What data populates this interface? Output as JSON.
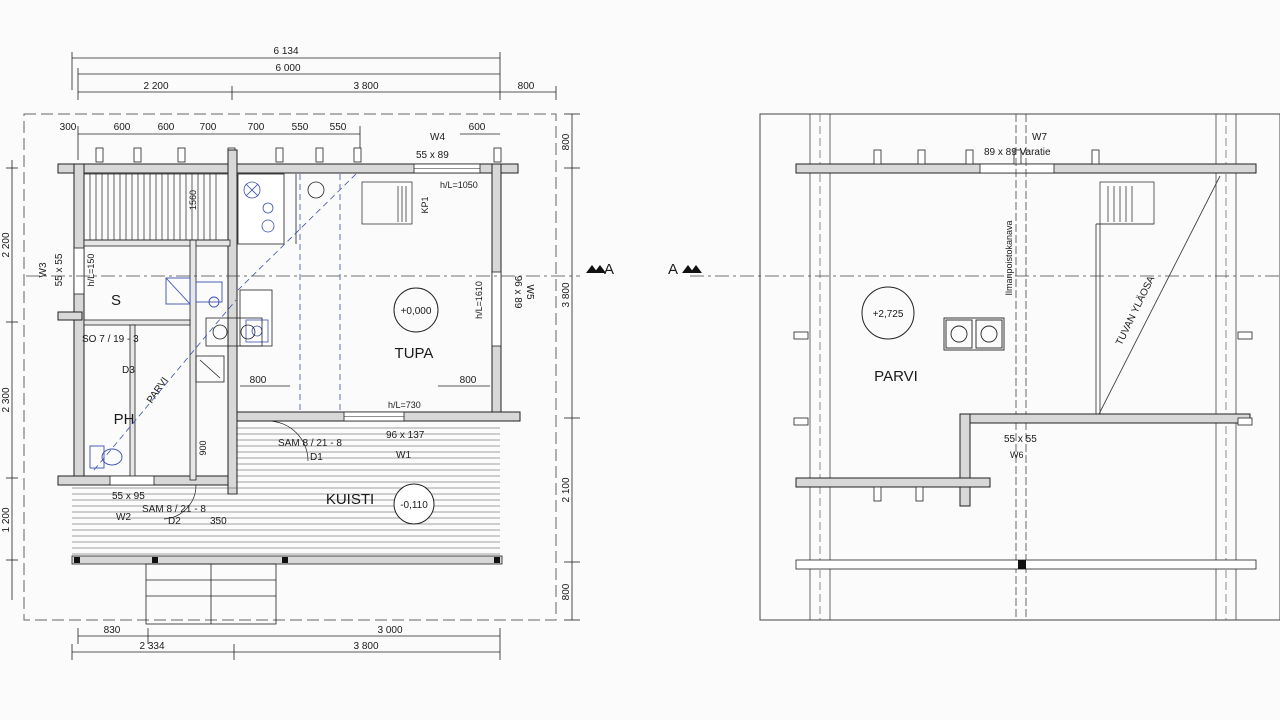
{
  "ground_floor": {
    "dims_top": {
      "overall_outer": "6 134",
      "overall": "6 000",
      "left_part": "2 200",
      "right_part": "3 800",
      "eave": "800",
      "rafters": [
        "300",
        "600",
        "600",
        "700",
        "700",
        "550",
        "550"
      ],
      "w4_offset": "600"
    },
    "dims_left": [
      "2 200",
      "2 300",
      "1 200"
    ],
    "dims_right": [
      "800",
      "3 800",
      "2 100",
      "800"
    ],
    "dims_bottom": {
      "step": "830",
      "porch": "3 000",
      "left": "2 334",
      "right": "3 800"
    },
    "rooms": {
      "tupa": "TUPA",
      "kuisti": "KUISTI",
      "sauna": "S",
      "pesuhuone": "PH",
      "parvi_stair": "PARVI"
    },
    "levels": {
      "tupa": "+0,000",
      "kuisti": "-0,110"
    },
    "windows": {
      "w4_label": "W4",
      "w4_size": "55 x 89",
      "w3_label": "W3",
      "w3_size": "55 x 55",
      "w5_label": "W5",
      "w5_size": "96 x 89",
      "w1_label": "W1",
      "w1_size": "96 x 137",
      "w2_label": "W2",
      "w2_size": "55 x 95"
    },
    "doors": {
      "d1_spec": "SAM 8 / 21 - 8",
      "d1_label": "D1",
      "d2_spec": "SAM 8 / 21 - 8",
      "d2_label": "D2",
      "d3_spec": "SO 7 / 19 - 3",
      "d3_label": "D3"
    },
    "notes": {
      "kp1": "KP1",
      "hl_1050": "h/L=1050",
      "hl_1610": "h/L=1610",
      "hl_730": "h/L=730",
      "hl_150": "h/L=150",
      "stair_len": "1560",
      "d800": "800",
      "d800b": "800",
      "d900": "900",
      "d350": "350"
    },
    "section_marker": "A"
  },
  "loft_floor": {
    "room": "PARVI",
    "level": "+2,725",
    "section_marker": "A",
    "w7_label": "W7",
    "w7_size": "89 x 89 Varatie",
    "w6_size": "55 x 55",
    "w6_label": "W6",
    "duct_label": "Ilmanpoistokanava",
    "slope_label": "TUVAN YLÄOSA"
  }
}
